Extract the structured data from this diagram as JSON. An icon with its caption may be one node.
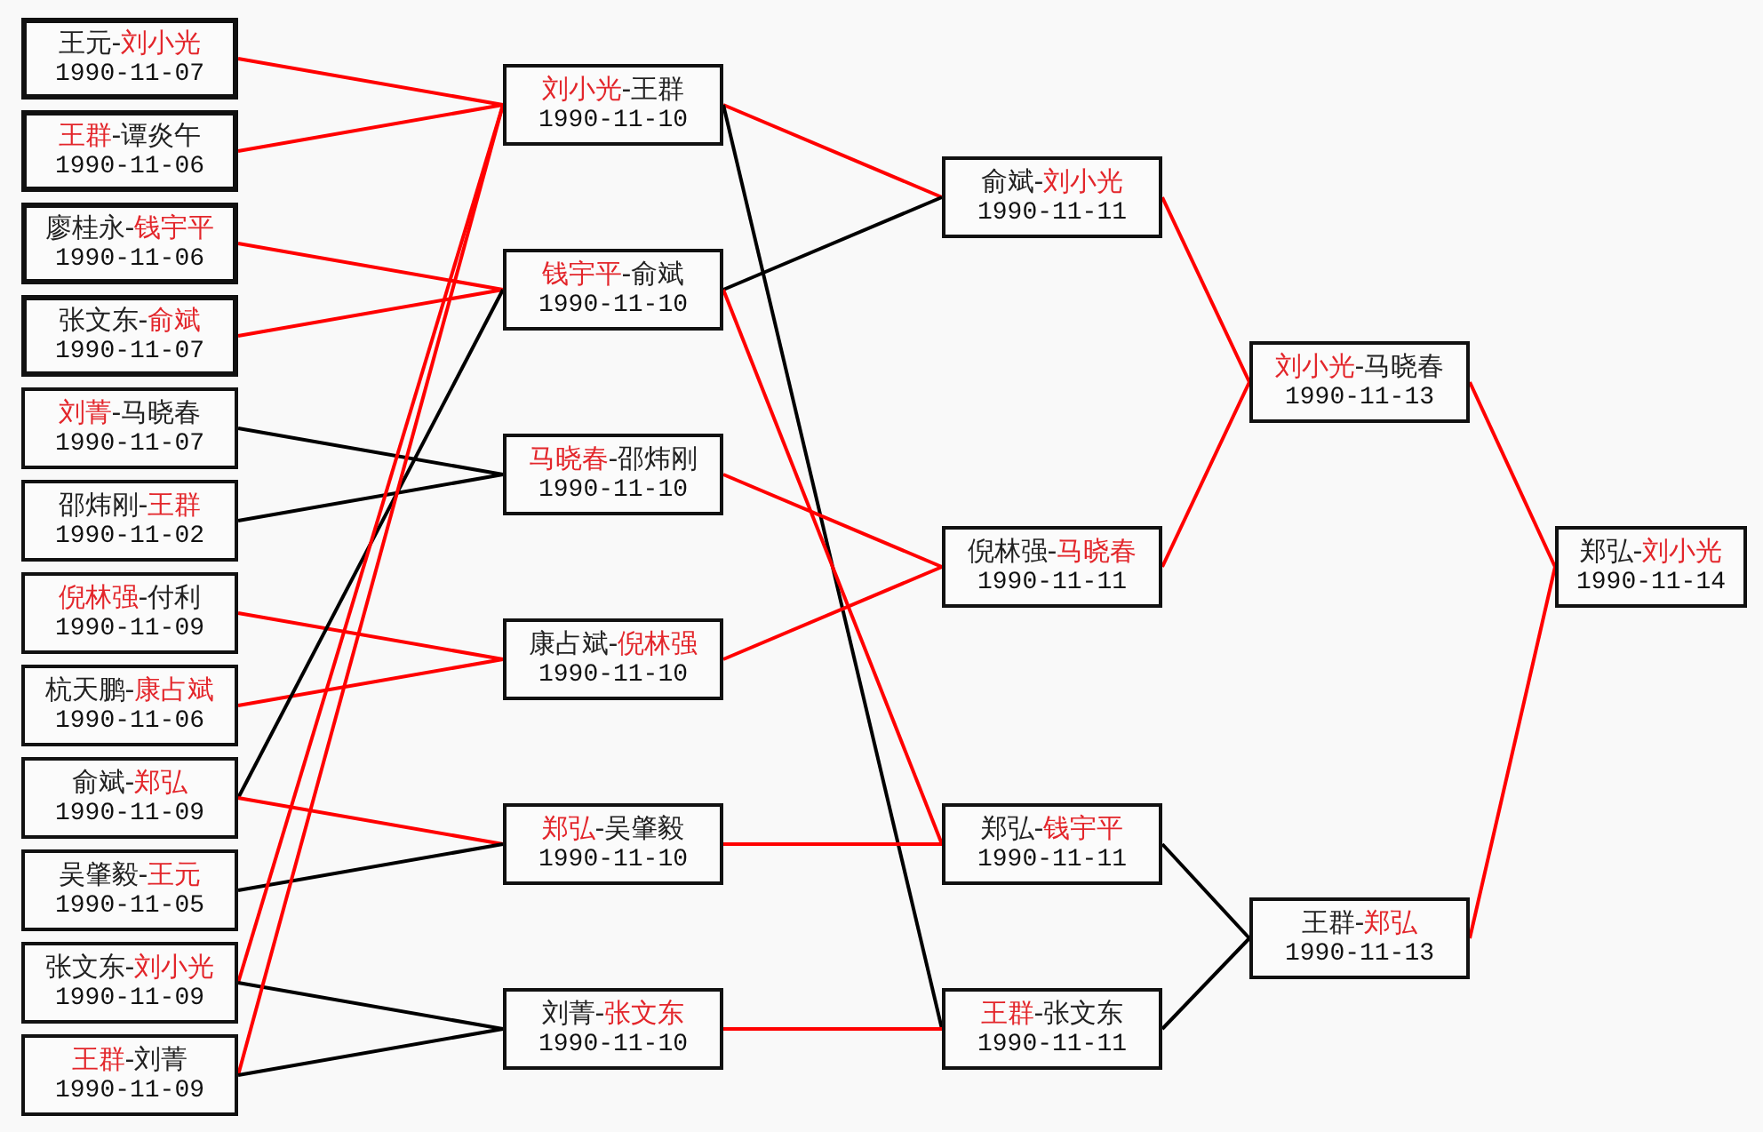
{
  "diagram": {
    "nodes": [
      {
        "text": [
          "王元-刘小光",
          "1990-11-07"
        ]
      },
      {
        "text": [
          "王群-谭炎午",
          "1990-11-06"
        ]
      },
      {
        "text": [
          "廖桂永-钱宇平",
          "1990-11-06"
        ]
      },
      {
        "text": [
          "张文东-俞斌",
          "1990-11-07"
        ]
      },
      {
        "text": [
          "刘菁-马晓春",
          "1990-11-07"
        ]
      },
      {
        "text": [
          "邵炜刚-王群",
          "1990-11-02"
        ]
      },
      {
        "text": [
          "倪林强-付利",
          "1990-11-09"
        ]
      },
      {
        "text": [
          "杭天鹏-康占斌",
          "1990-11-06"
        ]
      },
      {
        "text": [
          "俞斌-郑弘",
          "1990-11-09"
        ]
      },
      {
        "text": [
          "吴肇毅-王元",
          "1990-11-05"
        ]
      },
      {
        "text": [
          "张文东-刘小光",
          "1990-11-09"
        ]
      },
      {
        "text": [
          "王群-刘菁",
          "1990-11-09"
        ]
      },
      {
        "text": [
          "刘小光-王群",
          "1990-11-10"
        ]
      },
      {
        "text": [
          "钱宇平-俞斌",
          "1990-11-10"
        ]
      },
      {
        "text": [
          "马晓春-邵炜刚",
          "1990-11-10"
        ]
      },
      {
        "text": [
          "康占斌-倪林强",
          "1990-11-10"
        ]
      },
      {
        "text": [
          "郑弘-吴肇毅",
          "1990-11-10"
        ]
      },
      {
        "text": [
          "刘菁-张文东",
          "1990-11-10"
        ]
      },
      {
        "text": [
          "俞斌-刘小光",
          "1990-11-11"
        ]
      },
      {
        "text": [
          "倪林强-马晓春",
          "1990-11-11"
        ]
      },
      {
        "text": [
          "郑弘-钱宇平",
          "1990-11-11"
        ]
      },
      {
        "text": [
          "王群-张文东",
          "1990-11-11"
        ]
      },
      {
        "text": [
          "刘小光-马晓春",
          "1990-11-13"
        ]
      },
      {
        "text": [
          "王群-郑弘",
          "1990-11-13"
        ]
      },
      {
        "text": [
          "郑弘-刘小光",
          "1990-11-14"
        ]
      }
    ],
    "edges": [
      {
        "from": 0,
        "to": 12,
        "arrow": "none"
      },
      {
        "from": 1,
        "to": 12,
        "arrow": "none"
      },
      {
        "from": 2,
        "to": 13,
        "arrow": "none"
      },
      {
        "from": 3,
        "to": 13,
        "arrow": "none"
      },
      {
        "from": 4,
        "to": 14,
        "arrow": "none",
        "color": "#000000"
      },
      {
        "from": 5,
        "to": 14,
        "arrow": "none",
        "color": "#000000"
      },
      {
        "from": 6,
        "to": 15,
        "arrow": "none"
      },
      {
        "from": 7,
        "to": 15,
        "arrow": "none"
      },
      {
        "from": 8,
        "to": 13,
        "arrow": "none",
        "color": "#000000"
      },
      {
        "from": 8,
        "to": 16,
        "arrow": "none"
      },
      {
        "from": 9,
        "to": 16,
        "arrow": "none",
        "color": "#000000"
      },
      {
        "from": 10,
        "to": 12,
        "arrow": "none"
      },
      {
        "from": 10,
        "to": 17,
        "arrow": "none",
        "color": "#000000"
      },
      {
        "from": 11,
        "to": 12,
        "arrow": "none"
      },
      {
        "from": 11,
        "to": 17,
        "arrow": "none",
        "color": "#000000"
      },
      {
        "from": 12,
        "to": 18,
        "arrow": "none"
      },
      {
        "from": 12,
        "to": 21,
        "arrow": "none",
        "color": "#000000"
      },
      {
        "from": 13,
        "to": 18,
        "arrow": "none",
        "color": "#000000"
      },
      {
        "from": 13,
        "to": 20,
        "arrow": "none"
      },
      {
        "from": 14,
        "to": 19,
        "arrow": "none"
      },
      {
        "from": 15,
        "to": 19,
        "arrow": "none"
      },
      {
        "from": 16,
        "to": 20,
        "arrow": "none"
      },
      {
        "from": 17,
        "to": 21,
        "arrow": "none"
      },
      {
        "from": 18,
        "to": 22,
        "arrow": "none"
      },
      {
        "from": 19,
        "to": 22,
        "arrow": "none"
      },
      {
        "from": 20,
        "to": 23,
        "arrow": "none",
        "color": "#000000"
      },
      {
        "from": 21,
        "to": 23,
        "arrow": "none",
        "color": "#000000"
      },
      {
        "from": 22,
        "to": 24,
        "arrow": "none"
      },
      {
        "from": 23,
        "to": 24,
        "arrow": "none"
      }
    ]
  }
}
